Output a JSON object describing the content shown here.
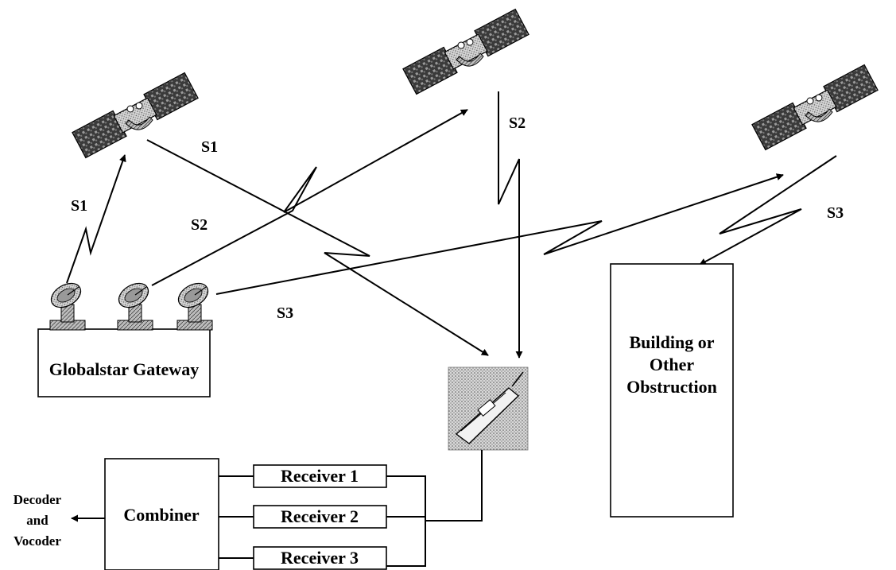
{
  "gateway": {
    "label": "Globalstar Gateway"
  },
  "obstruction": {
    "line1": "Building or",
    "line2": "Other",
    "line3": "Obstruction"
  },
  "paths": {
    "s1_up": "S1",
    "s1_down": "S1",
    "s2_up": "S2",
    "s2_down": "S2",
    "s3_up": "S3",
    "s3_down": "S3"
  },
  "receivers": [
    "Receiver 1",
    "Receiver 2",
    "Receiver 3"
  ],
  "combiner": {
    "label": "Combiner"
  },
  "output": {
    "line1": "Decoder",
    "line2": "and",
    "line3": "Vocoder"
  }
}
